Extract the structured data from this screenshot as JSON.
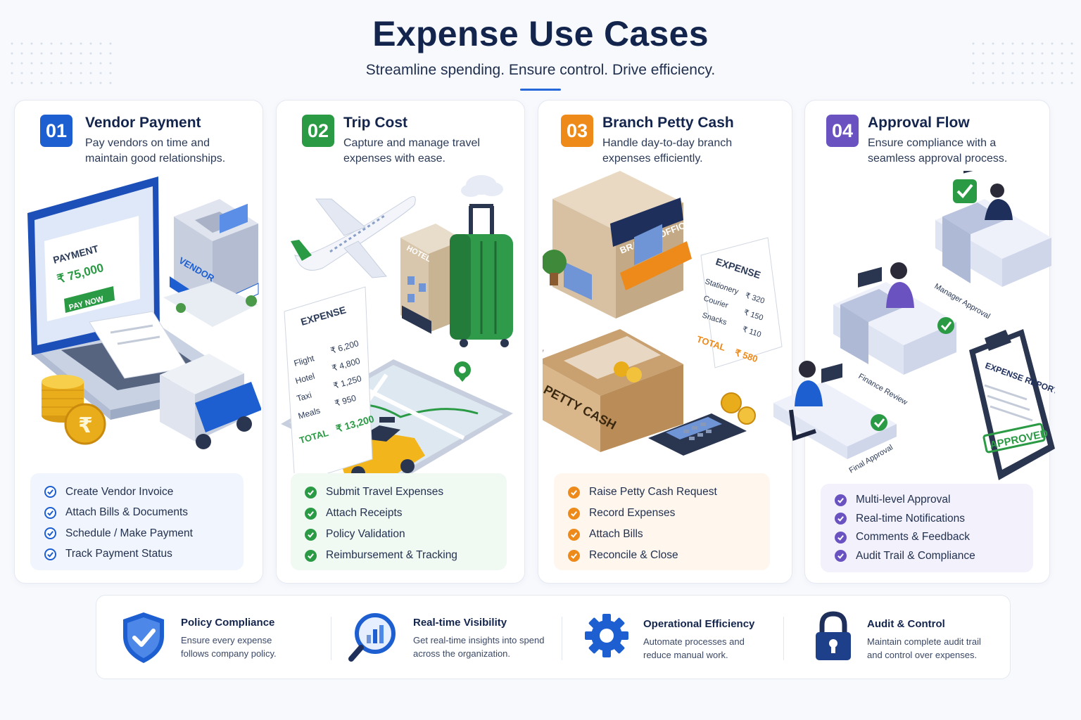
{
  "header": {
    "title": "Expense Use Cases",
    "subtitle": "Streamline spending. Ensure control. Drive efficiency."
  },
  "cards": [
    {
      "number": "01",
      "title": "Vendor Payment",
      "desc": "Pay vendors on time and maintain good relationships.",
      "accent": "#1d5fd1",
      "list_bg": "#f1f5fd",
      "illustration": {
        "screen_label": "PAYMENT",
        "amount": "₹ 75,000",
        "button": "PAY NOW",
        "store_sign": "VENDOR"
      },
      "items": [
        "Create Vendor Invoice",
        "Attach Bills & Documents",
        "Schedule / Make Payment",
        "Track Payment Status"
      ]
    },
    {
      "number": "02",
      "title": "Trip Cost",
      "desc": "Capture and manage travel expenses with ease.",
      "accent": "#2b9a45",
      "list_bg": "#f1f9f3",
      "illustration": {
        "receipt_title": "EXPENSE",
        "hotel_sign": "HOTEL",
        "lines": [
          {
            "label": "Flight",
            "value": "₹ 6,200"
          },
          {
            "label": "Hotel",
            "value": "₹ 4,800"
          },
          {
            "label": "Taxi",
            "value": "₹ 1,250"
          },
          {
            "label": "Meals",
            "value": "₹ 950"
          }
        ],
        "total_label": "TOTAL",
        "total_value": "₹ 13,200"
      },
      "items": [
        "Submit Travel Expenses",
        "Attach Receipts",
        "Policy Validation",
        "Reimbursement & Tracking"
      ]
    },
    {
      "number": "03",
      "title": "Branch Petty Cash",
      "desc": "Handle day-to-day branch expenses efficiently.",
      "accent": "#ee8a1a",
      "list_bg": "#fff6ee",
      "illustration": {
        "office_sign": "BRANCH OFFICE",
        "box_label": "PETTY CASH",
        "receipt_title": "EXPENSE",
        "lines": [
          {
            "label": "Stationery",
            "value": "₹ 320"
          },
          {
            "label": "Courier",
            "value": "₹ 150"
          },
          {
            "label": "Snacks",
            "value": "₹ 110"
          }
        ],
        "total_label": "TOTAL",
        "total_value": "₹ 580"
      },
      "items": [
        "Raise Petty Cash Request",
        "Record Expenses",
        "Attach Bills",
        "Reconcile & Close"
      ]
    },
    {
      "number": "04",
      "title": "Approval Flow",
      "desc": "Ensure compliance with a seamless approval process.",
      "accent": "#6a53c1",
      "list_bg": "#f3f1fb",
      "illustration": {
        "step_1": "Manager Approval",
        "step_2": "Finance Review",
        "step_3": "Final Approval",
        "report_title": "EXPENSE REPORT",
        "stamp": "APPROVED"
      },
      "items": [
        "Multi-level Approval",
        "Real-time Notifications",
        "Comments & Feedback",
        "Audit Trail & Compliance"
      ]
    }
  ],
  "features": [
    {
      "title": "Policy Compliance",
      "desc": "Ensure every expense follows company policy.",
      "icon": "shield-check-icon"
    },
    {
      "title": "Real-time Visibility",
      "desc": "Get real-time insights into spend across the organization.",
      "icon": "magnifier-chart-icon"
    },
    {
      "title": "Operational Efficiency",
      "desc": "Automate processes and reduce manual work.",
      "icon": "gear-icon"
    },
    {
      "title": "Audit & Control",
      "desc": "Maintain complete audit trail and control over expenses.",
      "icon": "padlock-icon"
    }
  ]
}
